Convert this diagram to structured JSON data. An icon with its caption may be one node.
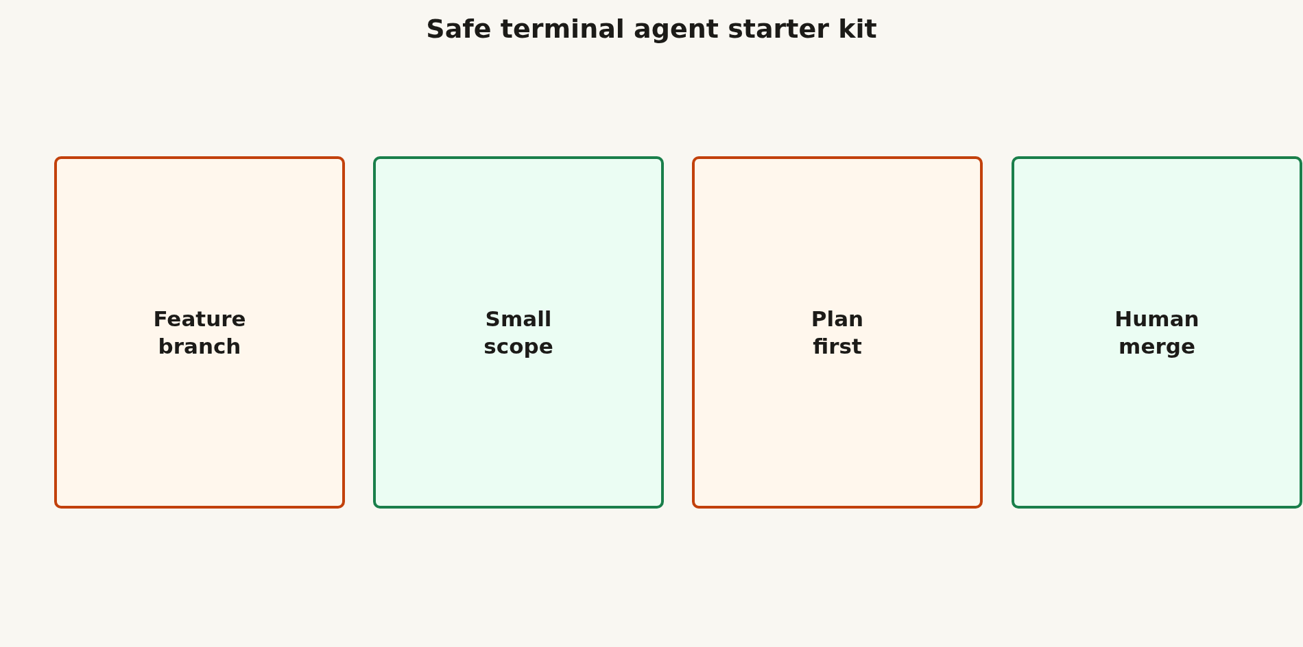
{
  "diagram": {
    "title": "Safe terminal agent starter kit",
    "nodes": [
      {
        "text": [
          "Feature branch"
        ]
      },
      {
        "text": [
          "Small scope"
        ]
      },
      {
        "text": [
          "Plan first"
        ]
      },
      {
        "text": [
          "Human merge"
        ]
      }
    ]
  }
}
